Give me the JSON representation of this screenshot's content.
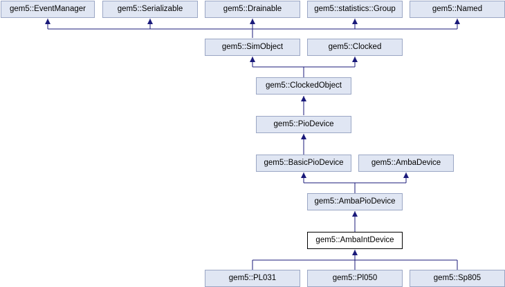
{
  "nodes": {
    "event_manager": "gem5::EventManager",
    "serializable": "gem5::Serializable",
    "drainable": "gem5::Drainable",
    "statistics_group": "gem5::statistics::Group",
    "named": "gem5::Named",
    "sim_object": "gem5::SimObject",
    "clocked": "gem5::Clocked",
    "clocked_object": "gem5::ClockedObject",
    "pio_device": "gem5::PioDevice",
    "basic_pio_device": "gem5::BasicPioDevice",
    "amba_device": "gem5::AmbaDevice",
    "amba_pio_device": "gem5::AmbaPioDevice",
    "amba_int_device": "gem5::AmbaIntDevice",
    "pl031": "gem5::PL031",
    "pl050": "gem5::Pl050",
    "sp805": "gem5::Sp805"
  },
  "colors": {
    "node_fill": "#e0e6f3",
    "node_border": "#9aa6c4",
    "current_border": "#000000",
    "edge": "#1a1a7a"
  }
}
